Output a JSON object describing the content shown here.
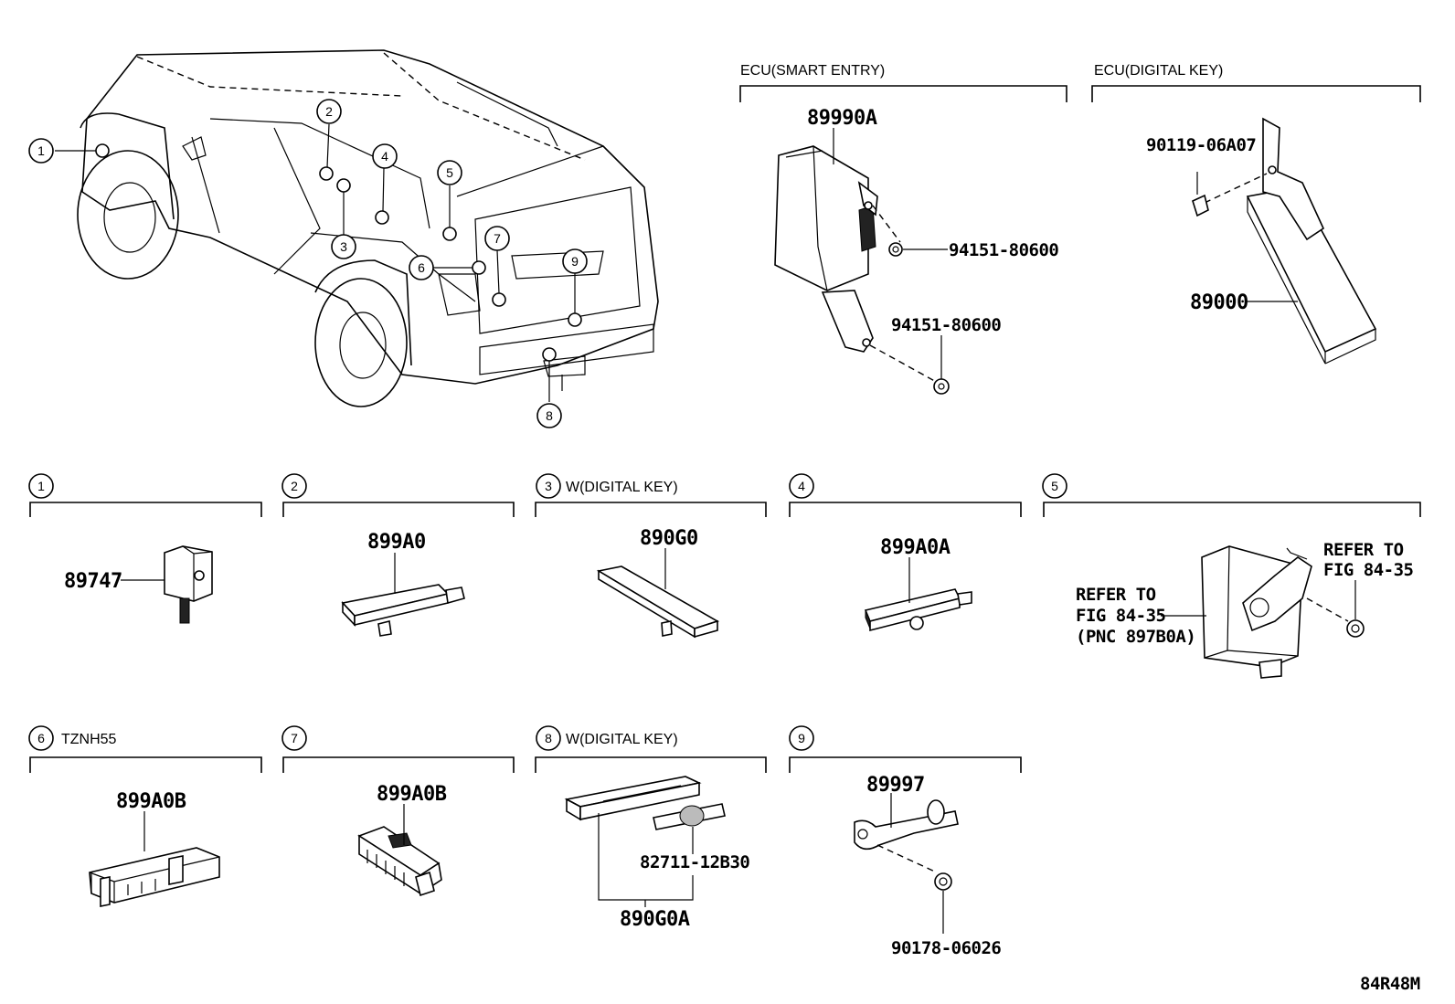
{
  "headers": {
    "ecu_smart": "ECU(SMART ENTRY)",
    "ecu_digital": "ECU(DIGITAL KEY)",
    "s3_note": "W(DIGITAL KEY)",
    "s6_note": "TZNH55",
    "s8_note": "W(DIGITAL KEY)"
  },
  "callouts": [
    "1",
    "2",
    "3",
    "4",
    "5",
    "6",
    "7",
    "8",
    "9"
  ],
  "parts": {
    "p89990A": "89990A",
    "p94151a": "94151-80600",
    "p94151b": "94151-80600",
    "p90119": "90119-06A07",
    "p89000": "89000",
    "p89747": "89747",
    "p899A0": "899A0",
    "p890G0": "890G0",
    "p899A0A": "899A0A",
    "refer1_l1": "REFER TO",
    "refer1_l2": "FIG 84-35",
    "refer2_l1": "REFER TO",
    "refer2_l2": "FIG 84-35",
    "refer2_l3": "(PNC 897B0A)",
    "p899A0B_6": "899A0B",
    "p899A0B_7": "899A0B",
    "p82711": "82711-12B30",
    "p890G0A": "890G0A",
    "p89997": "89997",
    "p90178": "90178-06026"
  },
  "figure_id": "84R48M"
}
